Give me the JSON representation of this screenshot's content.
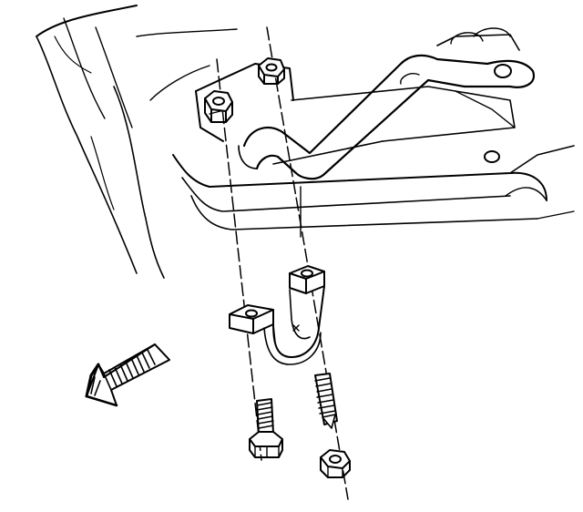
{
  "diagram": {
    "type": "exploded-assembly-illustration",
    "style": "black line art on white background",
    "colors": {
      "line": "#000000",
      "background": "#ffffff"
    },
    "parts": [
      {
        "name": "stabilizer-shaft",
        "shape": "bent bar with eyelet end link"
      },
      {
        "name": "stabilizer-insulator-bracket",
        "shape": "U-shaped clamp with two bolt tabs"
      },
      {
        "name": "upper-nut-left",
        "shape": "hex nut"
      },
      {
        "name": "upper-nut-right",
        "shape": "hex nut"
      },
      {
        "name": "bolt-left",
        "shape": "threaded hex bolt"
      },
      {
        "name": "stud-right",
        "shape": "threaded stud"
      },
      {
        "name": "lower-nut-right",
        "shape": "hex nut"
      }
    ],
    "centerlines": 4,
    "direction_indicator": {
      "icon": "front-arrow-icon",
      "points": "down-left"
    },
    "bracket_mark": "×"
  }
}
